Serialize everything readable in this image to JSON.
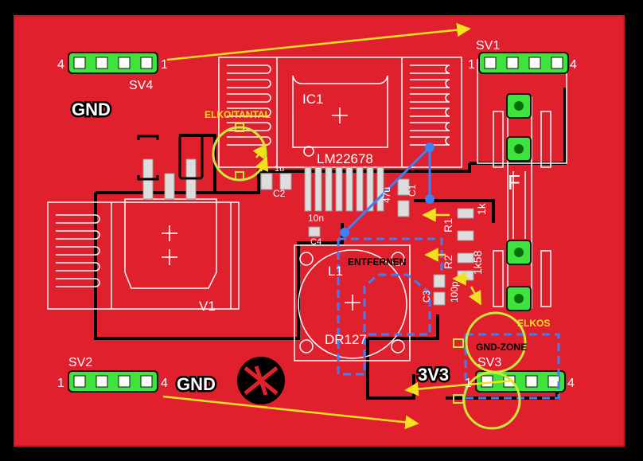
{
  "labels": {
    "sv1": "SV1",
    "sv2": "SV2",
    "sv3": "SV3",
    "sv4": "SV4",
    "pin4": "4",
    "pin1": "1",
    "gnd": "GND",
    "ic1": "IC1",
    "ic1_value": "LM22678",
    "elko_tantal": "ELKO/TANTAL",
    "elkos": "ELKOS",
    "c1": "C1",
    "c2": "C2",
    "c3": "C3",
    "c4": "C4",
    "c2_value": "1u",
    "c1_value": "47u",
    "c4_value": "10n",
    "c3_value": "100p",
    "l1": "L1",
    "l1_value": "DR127",
    "v1": "V1",
    "r1": "R1",
    "r2": "R2",
    "r1_value": "1k",
    "r2_value": "1k58",
    "fuse": "F",
    "entfernen": "ENTFERNEN",
    "gnd_zone": "GND-ZONE",
    "v3v3": "3V3"
  },
  "colors": {
    "copper": "#e0202c",
    "background": "#000000",
    "pad": "#3ee33e",
    "silk": "#ffffff",
    "annotation_yellow": "#f2e21e",
    "annotation_green": "#c9e93a",
    "annotation_blue": "#3b82f6"
  },
  "icons": {
    "logo": "pcb-logo-icon"
  }
}
